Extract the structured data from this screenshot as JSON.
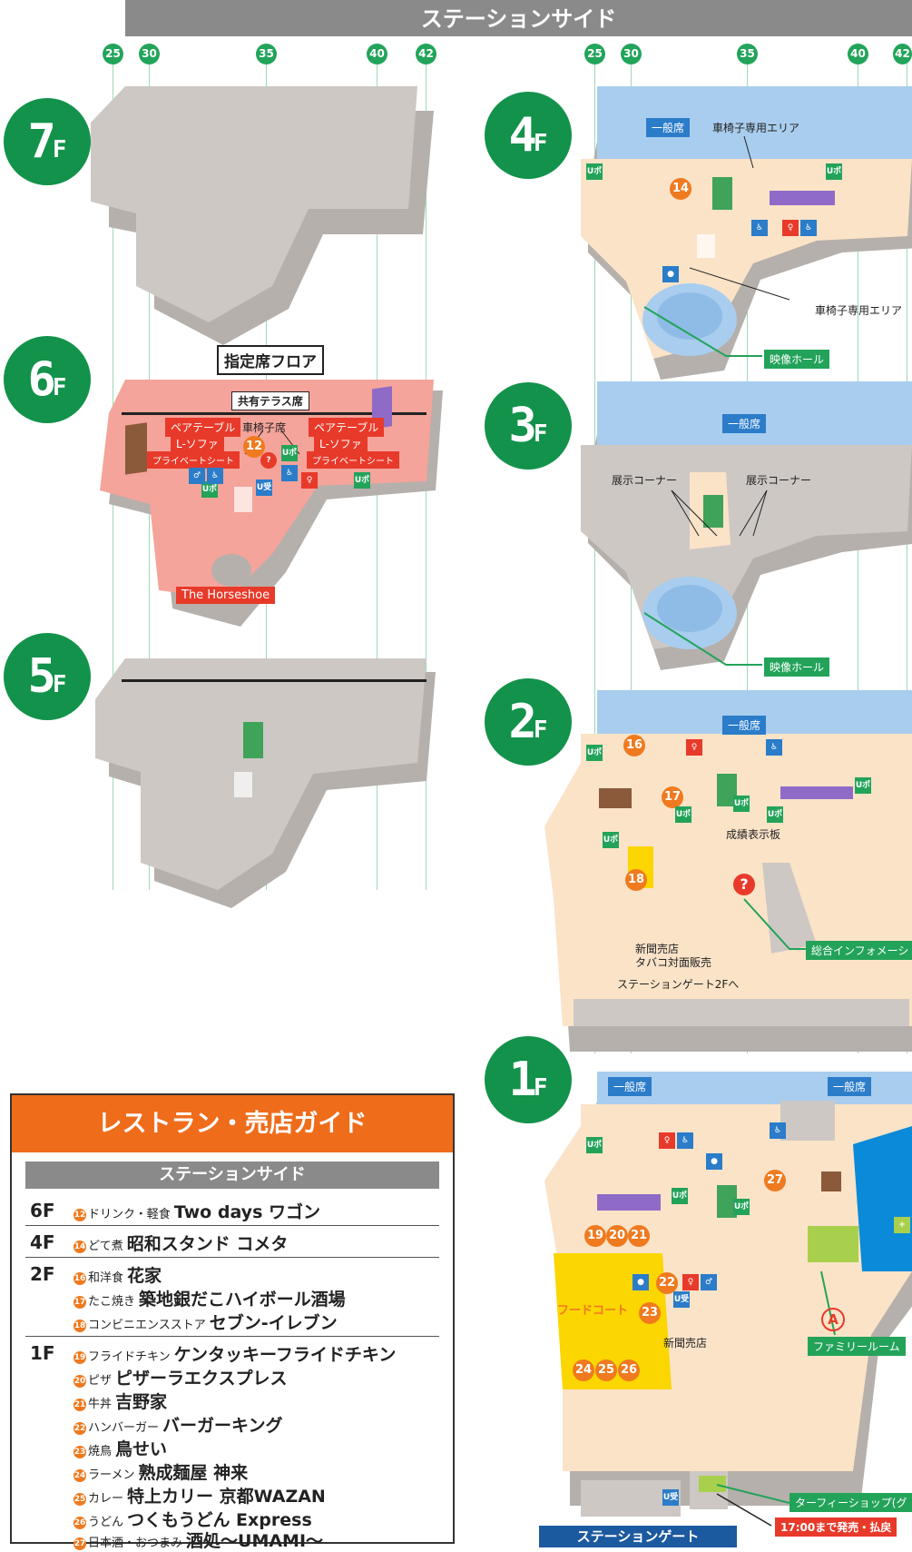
{
  "banner": "ステーションサイド",
  "columns_left": [
    "25",
    "30",
    "35",
    "40",
    "42"
  ],
  "columns_right": [
    "25",
    "30",
    "35",
    "40",
    "42"
  ],
  "floors": {
    "f7": "7",
    "f6": "6",
    "f5": "5",
    "f4": "4",
    "f3": "3",
    "f2": "2",
    "f1": "1",
    "suffix": "F"
  },
  "f6": {
    "reserved_floor": "指定席フロア",
    "terrace": "共有テラス席",
    "pair_table": "ペアテーブル",
    "l_sofa": "L-ソファ",
    "private_seat": "プライベートシート",
    "wheelchair_seat": "車椅子席",
    "horseshoe": "The Horseshoe",
    "shop": "12"
  },
  "f4": {
    "general_seat": "一般席",
    "wheelchair_area_1": "車椅子専用エリア",
    "wheelchair_area_2": "車椅子専用エリア",
    "video_hall": "映像ホール",
    "shop": "14"
  },
  "f3": {
    "general_seat": "一般席",
    "exhibit_1": "展示コーナー",
    "exhibit_2": "展示コーナー",
    "video_hall": "映像ホール"
  },
  "f2": {
    "general_seat": "一般席",
    "results_board": "成績表示板",
    "newsstand": "新聞売店",
    "tobacco": "タバコ対面販売",
    "to_gate": "ステーションゲート2Fへ",
    "info": "総合インフォメーシ",
    "shops": [
      "16",
      "17",
      "18"
    ]
  },
  "f1": {
    "general_seat_1": "一般席",
    "general_seat_2": "一般席",
    "food_court": "フードコート",
    "newsstand": "新聞売店",
    "family_room": "ファミリールーム",
    "marker_a": "A",
    "turf_shop": "ターフィーショップ(グ",
    "deadline": "17:00まで発売・払戻",
    "gate": "ステーションゲート",
    "shops": [
      "19",
      "20",
      "21",
      "22",
      "23",
      "24",
      "25",
      "26",
      "27"
    ]
  },
  "icons": {
    "upo": "Uポ",
    "uuke": "U受"
  },
  "guide": {
    "title": "レストラン・売店ガイド",
    "subtitle": "ステーションサイド",
    "rows": [
      {
        "floor": "6F",
        "entries": [
          {
            "no": "12",
            "cat": "ドリンク・軽食",
            "name": "Two days ワゴン"
          }
        ]
      },
      {
        "floor": "4F",
        "entries": [
          {
            "no": "14",
            "cat": "どて煮",
            "name": "昭和スタンド コメタ"
          }
        ]
      },
      {
        "floor": "2F",
        "entries": [
          {
            "no": "16",
            "cat": "和洋食",
            "name": "花家"
          },
          {
            "no": "17",
            "cat": "たこ焼き",
            "name": "築地銀だこハイボール酒場"
          },
          {
            "no": "18",
            "cat": "コンビニエンスストア",
            "name": "セブン-イレブン"
          }
        ]
      },
      {
        "floor": "1F",
        "entries": [
          {
            "no": "19",
            "cat": "フライドチキン",
            "name": "ケンタッキーフライドチキン"
          },
          {
            "no": "20",
            "cat": "ピザ",
            "name": "ピザーラエクスプレス"
          },
          {
            "no": "21",
            "cat": "牛丼",
            "name": "吉野家"
          },
          {
            "no": "22",
            "cat": "ハンバーガー",
            "name": "バーガーキング"
          },
          {
            "no": "23",
            "cat": "焼鳥",
            "name": "鳥せい"
          },
          {
            "no": "24",
            "cat": "ラーメン",
            "name": "熟成麺屋 神来"
          },
          {
            "no": "25",
            "cat": "カレー",
            "name": "特上カリー 京都WAZAN"
          },
          {
            "no": "26",
            "cat": "うどん",
            "name": "つくもうどん Express"
          },
          {
            "no": "27",
            "cat": "日本酒・おつまみ",
            "name": "酒処〜UMAMI〜"
          }
        ]
      }
    ]
  },
  "colors": {
    "floor_badge": "#12924a",
    "banner": "#8a8a8a",
    "guide_header": "#ef6c1b",
    "seat_blue": "#a9cdee",
    "concourse": "#fbe3c8",
    "reserved_pink": "#f2a198",
    "food_court": "#fbd600"
  }
}
